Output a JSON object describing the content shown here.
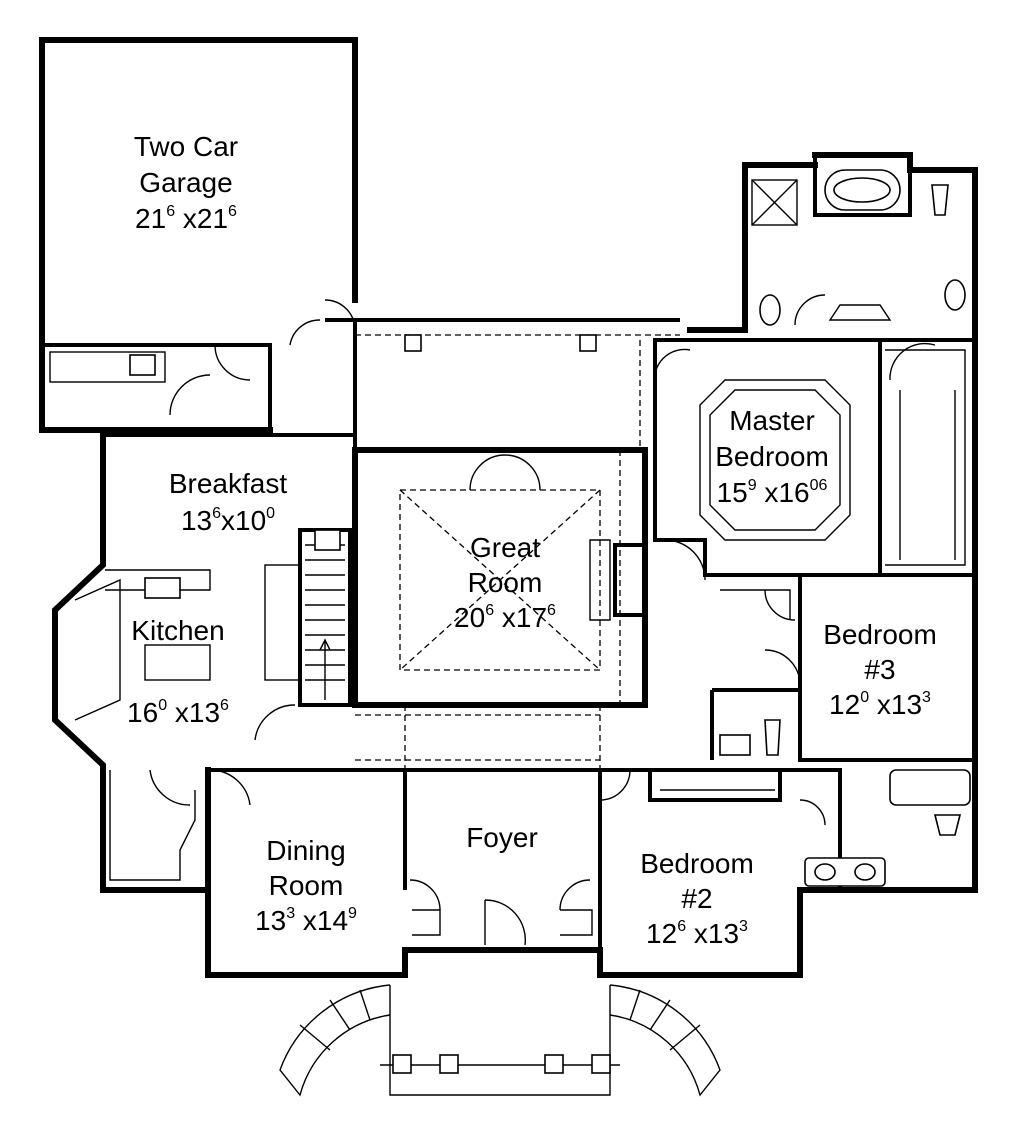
{
  "plan": {
    "rooms": [
      {
        "id": "garage",
        "lines": [
          "Two Car",
          "Garage"
        ],
        "dims": {
          "a": "21",
          "a_sup": "6",
          "b": "21",
          "b_sup": "6"
        }
      },
      {
        "id": "master",
        "lines": [
          "Master",
          "Bedroom"
        ],
        "dims": {
          "a": "15",
          "a_sup": "9",
          "b": "16",
          "b_sup": "06"
        }
      },
      {
        "id": "breakfast",
        "lines": [
          "Breakfast"
        ],
        "dims": {
          "a": "13",
          "a_sup": "6",
          "b": "10",
          "b_sup": "0"
        }
      },
      {
        "id": "great",
        "lines": [
          "Great",
          "Room"
        ],
        "dims": {
          "a": "20",
          "a_sup": "6",
          "b": "17",
          "b_sup": "6"
        }
      },
      {
        "id": "kitchen",
        "lines": [
          "Kitchen"
        ],
        "dims": {
          "a": "16",
          "a_sup": "0",
          "b": "13",
          "b_sup": "6"
        }
      },
      {
        "id": "bed3",
        "lines": [
          "Bedroom",
          "#3"
        ],
        "dims": {
          "a": "12",
          "a_sup": "0",
          "b": "13",
          "b_sup": "3"
        }
      },
      {
        "id": "foyer",
        "lines": [
          "Foyer"
        ],
        "dims": null
      },
      {
        "id": "dining",
        "lines": [
          "Dining",
          "Room"
        ],
        "dims": {
          "a": "13",
          "a_sup": "3",
          "b": "14",
          "b_sup": "9"
        }
      },
      {
        "id": "bed2",
        "lines": [
          "Bedroom",
          "#2"
        ],
        "dims": {
          "a": "12",
          "a_sup": "6",
          "b": "13",
          "b_sup": "3"
        }
      }
    ]
  }
}
